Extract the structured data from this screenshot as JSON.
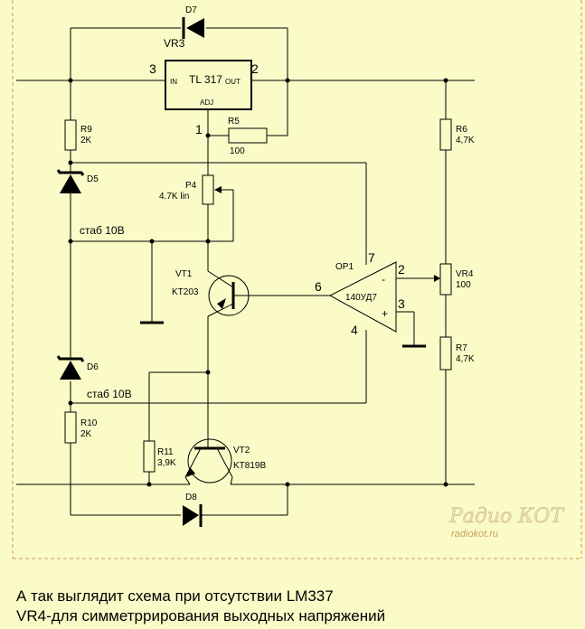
{
  "vr3": {
    "name": "VR3",
    "type": "TL 317",
    "in": "IN",
    "out": "OUT",
    "adj": "ADJ",
    "pin_in": "3",
    "pin_out": "2",
    "pin_adj": "1"
  },
  "d7": "D7",
  "d5": "D5",
  "d6": "D6",
  "d8": "D8",
  "r5": {
    "name": "R5",
    "value": "100"
  },
  "r6": {
    "name": "R6",
    "value": "4,7K"
  },
  "r7": {
    "name": "R7",
    "value": "4,7K"
  },
  "r9": {
    "name": "R9",
    "value": "2K"
  },
  "r10": {
    "name": "R10",
    "value": "2K"
  },
  "r11": {
    "name": "R11",
    "value": "3,9K"
  },
  "p4": {
    "name": "P4",
    "value": "4.7K lin"
  },
  "vr4": {
    "name": "VR4",
    "value": "100"
  },
  "vt1": {
    "name": "VT1",
    "type": "KT203"
  },
  "vt2": {
    "name": "VT2",
    "type": "KT819B"
  },
  "op1": {
    "name": "OP1",
    "type": "140УД7",
    "pin2": "2",
    "pin3": "3",
    "pin4": "4",
    "pin6": "6",
    "pin7": "7",
    "minus": "-",
    "plus": "+"
  },
  "stab_top": "стаб 10В",
  "stab_bottom": "стаб 10В",
  "watermark": {
    "title": "Радио КОТ",
    "url": "radiokot.ru"
  },
  "caption": {
    "line1": "А так выглядит схема при отсутствии LM337",
    "line2": "VR4-для симметррирования выходных напряжений"
  }
}
